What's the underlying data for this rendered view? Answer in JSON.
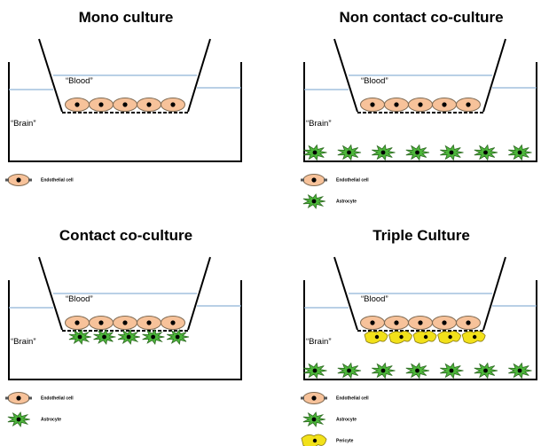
{
  "panels": [
    {
      "title": "Mono culture",
      "blood_label": "“Blood”",
      "brain_label": "“Brain”",
      "endothelial_count": 5,
      "contact_astrocytes": 0,
      "pericytes": 0,
      "bottom_astrocytes": 0,
      "legend": [
        "Endothelial cell"
      ]
    },
    {
      "title": "Non contact co-culture",
      "blood_label": "“Blood”",
      "brain_label": "“Brain”",
      "endothelial_count": 5,
      "contact_astrocytes": 0,
      "pericytes": 0,
      "bottom_astrocytes": 7,
      "legend": [
        "Endothelial cell",
        "Astrocyte"
      ]
    },
    {
      "title": "Contact co-culture",
      "blood_label": "“Blood”",
      "brain_label": "“Brain”",
      "endothelial_count": 5,
      "contact_astrocytes": 5,
      "pericytes": 0,
      "bottom_astrocytes": 0,
      "legend": [
        "Endothelial cell",
        "Astrocyte"
      ]
    },
    {
      "title": "Triple Culture",
      "blood_label": "“Blood”",
      "brain_label": "“Brain”",
      "endothelial_count": 5,
      "contact_astrocytes": 0,
      "pericytes": 5,
      "bottom_astrocytes": 7,
      "legend": [
        "Endothelial cell",
        "Astrocyte",
        "Pericyte"
      ]
    }
  ],
  "colors": {
    "endothelial_fill": "#f7c29a",
    "endothelial_stroke": "#7f6a52",
    "astrocyte_fill": "#4cb53a",
    "astrocyte_stroke": "#2e6b22",
    "pericyte_fill": "#f2e11a",
    "pericyte_stroke": "#8a7b10",
    "medium_line": "#8fb3d6",
    "nucleus": "#000000"
  }
}
